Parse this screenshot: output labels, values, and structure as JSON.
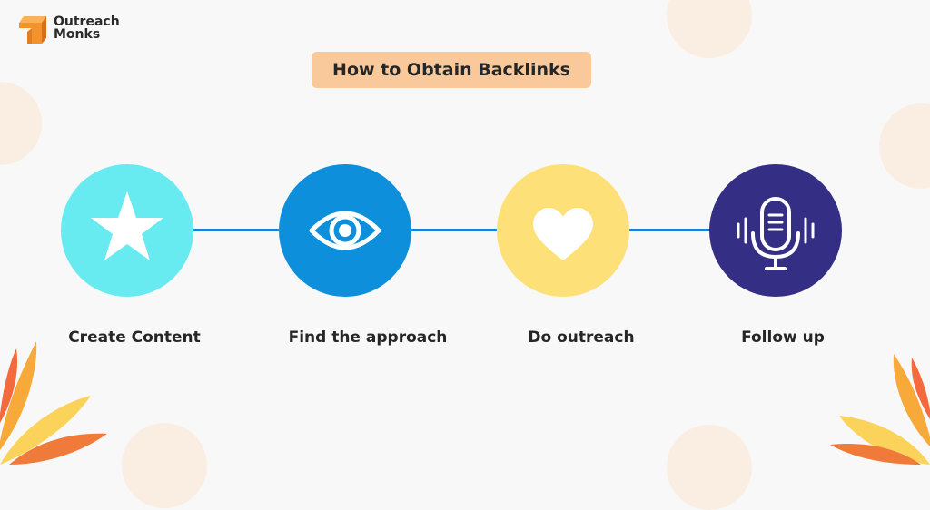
{
  "brand": {
    "line1": "Outreach",
    "line2": "Monks"
  },
  "title": "How to Obtain Backlinks",
  "colors": {
    "background": "#f8f8f8",
    "title_bg": "#f9c99b",
    "connector": "#1a7fd1",
    "circle_1": "#67eaf0",
    "circle_2": "#0d8fdc",
    "circle_3": "#fde077",
    "circle_4": "#352e85",
    "brand_orange": "#f2932d"
  },
  "steps": [
    {
      "label": "Create Content",
      "icon": "star-icon"
    },
    {
      "label": "Find the approach",
      "icon": "eye-icon"
    },
    {
      "label": "Do outreach",
      "icon": "heart-icon"
    },
    {
      "label": "Follow up",
      "icon": "microphone-icon"
    }
  ]
}
